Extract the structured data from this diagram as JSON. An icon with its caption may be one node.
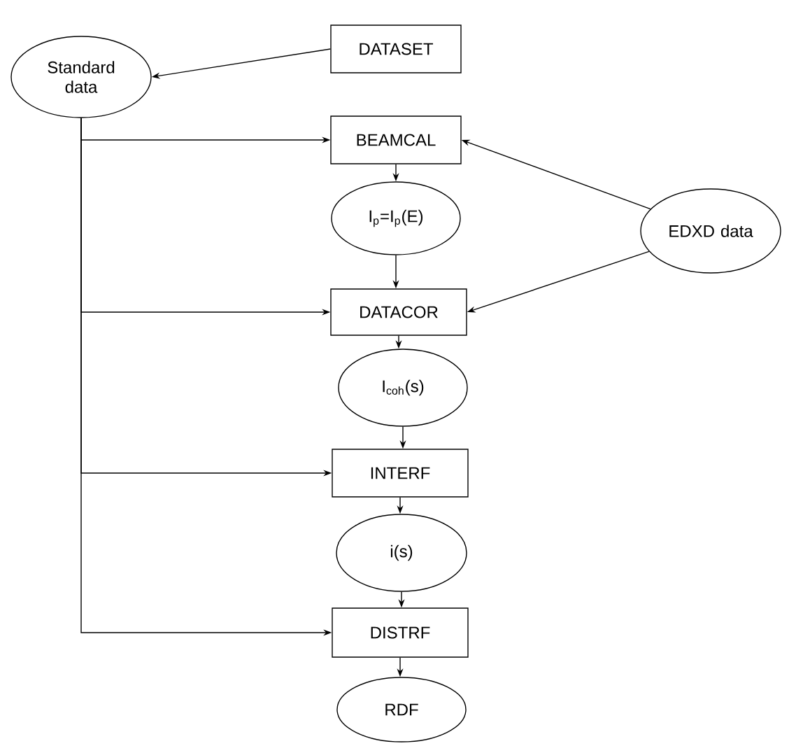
{
  "diagram": {
    "nodes": [
      {
        "text": [
          "Standard data"
        ]
      },
      {
        "text": [
          "DATASET"
        ]
      },
      {
        "text": [
          "BEAMCAL"
        ]
      },
      {
        "text": [
          "I$_{p}$=I$_{p}$(E)"
        ]
      },
      {
        "text": [
          "EDXD data"
        ]
      },
      {
        "text": [
          "DATACOR"
        ]
      },
      {
        "text": [
          "I$_{coh}$(s)"
        ]
      },
      {
        "text": [
          "INTERF"
        ]
      },
      {
        "text": [
          "i(s)"
        ]
      },
      {
        "text": [
          "DISTRF"
        ]
      },
      {
        "text": [
          "RDF"
        ]
      }
    ],
    "edges": [
      {
        "from": 1,
        "to": 0,
        "arrow": "to"
      },
      {
        "from": 0,
        "to": 2,
        "arrow": "to"
      },
      {
        "from": 0,
        "to": 5,
        "arrow": "to"
      },
      {
        "from": 0,
        "to": 7,
        "arrow": "to"
      },
      {
        "from": 0,
        "to": 9,
        "arrow": "to"
      },
      {
        "from": 4,
        "to": 2,
        "arrow": "to"
      },
      {
        "from": 4,
        "to": 5,
        "arrow": "to"
      },
      {
        "from": 2,
        "to": 3,
        "arrow": "to"
      },
      {
        "from": 3,
        "to": 5,
        "arrow": "to"
      },
      {
        "from": 5,
        "to": 6,
        "arrow": "to"
      },
      {
        "from": 6,
        "to": 7,
        "arrow": "to"
      },
      {
        "from": 7,
        "to": 8,
        "arrow": "to"
      },
      {
        "from": 8,
        "to": 9,
        "arrow": "to"
      },
      {
        "from": 9,
        "to": 10,
        "arrow": "to"
      }
    ]
  }
}
